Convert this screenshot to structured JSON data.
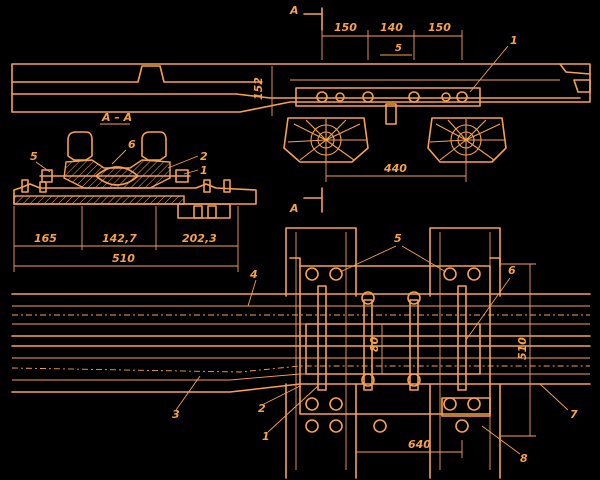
{
  "colors": {
    "line": "#f7a24a",
    "background": "#000000"
  },
  "section": {
    "mark": "A",
    "title": "A – A"
  },
  "dimensions": {
    "top_150_left": "150",
    "top_140": "140",
    "top_150_right": "150",
    "gap_5": "5",
    "height_152": "152",
    "length_440": "440",
    "sec_165": "165",
    "sec_142_7": "142,7",
    "sec_202_3": "202,3",
    "sec_510": "510",
    "plan_80": "80",
    "plan_510": "510",
    "plan_640": "640"
  },
  "callouts": {
    "elev_1": "1",
    "sec_5": "5",
    "sec_6": "6",
    "sec_2": "2",
    "sec_1": "1",
    "plan_5": "5",
    "plan_4": "4",
    "plan_6": "6",
    "plan_3": "3",
    "plan_2": "2",
    "plan_1": "1",
    "plan_7": "7",
    "plan_8": "8"
  }
}
